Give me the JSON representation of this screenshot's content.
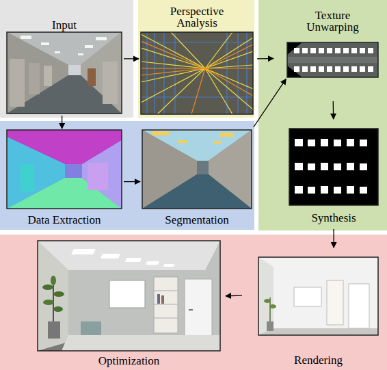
{
  "diagram": {
    "nodes": [
      {
        "text": [
          "Input"
        ]
      },
      {
        "text": [
          "Perspective Analysis"
        ]
      },
      {
        "text": [
          "Texture Unwarping"
        ]
      },
      {
        "text": [
          "Data Extraction"
        ]
      },
      {
        "text": [
          "Segmentation"
        ]
      },
      {
        "text": [
          "Synthesis"
        ]
      },
      {
        "text": [
          "Rendering"
        ]
      },
      {
        "text": [
          "Optimization"
        ]
      }
    ],
    "edges": [
      {
        "from": 0,
        "to": 1,
        "arrow": "to"
      },
      {
        "from": 1,
        "to": 2,
        "arrow": "to"
      },
      {
        "from": 0,
        "to": 3,
        "arrow": "to"
      },
      {
        "from": 3,
        "to": 4,
        "arrow": "to"
      },
      {
        "from": 4,
        "to": 2,
        "arrow": "to"
      },
      {
        "from": 2,
        "to": 5,
        "arrow": "to"
      },
      {
        "from": 5,
        "to": 6,
        "arrow": "to"
      },
      {
        "from": 6,
        "to": 7,
        "arrow": "to"
      }
    ]
  }
}
